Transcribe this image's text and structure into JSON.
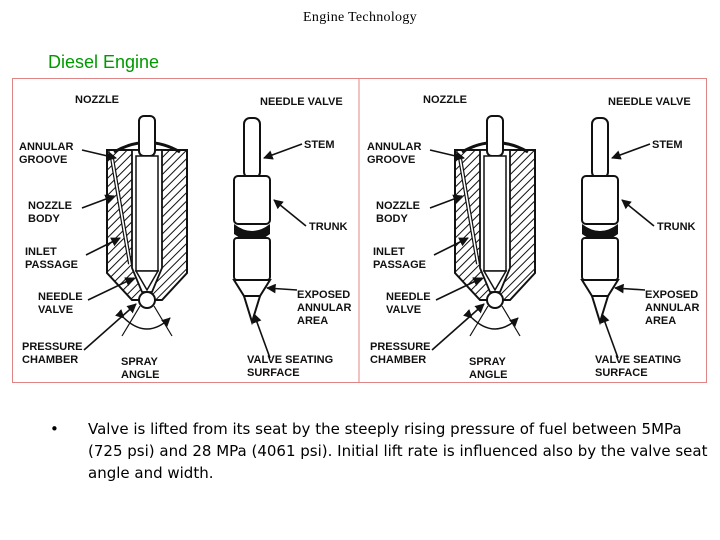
{
  "header": {
    "title": "Engine Technology"
  },
  "slide": {
    "title": "Diesel Engine"
  },
  "diagram": {
    "panels": [
      {
        "labels": {
          "nozzle": "NOZZLE",
          "needle_valve_top": "NEEDLE VALVE",
          "annular_groove": [
            "ANNULAR",
            "GROOVE"
          ],
          "stem": "STEM",
          "nozzle_body": [
            "NOZZLE",
            "BODY"
          ],
          "trunk": "TRUNK",
          "inlet_passage": [
            "INLET",
            "PASSAGE"
          ],
          "needle_valve": [
            "NEEDLE",
            "VALVE"
          ],
          "exposed_annular_area": [
            "EXPOSED",
            "ANNULAR",
            "AREA"
          ],
          "pressure_chamber": [
            "PRESSURE",
            "CHAMBER"
          ],
          "spray_angle": [
            "SPRAY",
            "ANGLE"
          ],
          "valve_seating_surface": [
            "VALVE SEATING",
            "SURFACE"
          ]
        }
      },
      {
        "labels": {
          "nozzle": "NOZZLE",
          "needle_valve_top": "NEEDLE VALVE",
          "annular_groove": [
            "ANNULAR",
            "GROOVE"
          ],
          "stem": "STEM",
          "nozzle_body": [
            "NOZZLE",
            "BODY"
          ],
          "trunk": "TRUNK",
          "inlet_passage": [
            "INLET",
            "PASSAGE"
          ],
          "needle_valve": [
            "NEEDLE",
            "VALVE"
          ],
          "exposed_annular_area": [
            "EXPOSED",
            "ANNULAR",
            "AREA"
          ],
          "pressure_chamber": [
            "PRESSURE",
            "CHAMBER"
          ],
          "spray_angle": [
            "SPRAY",
            "ANGLE"
          ],
          "valve_seating_surface": [
            "VALVE SEATING",
            "SURFACE"
          ]
        }
      }
    ]
  },
  "bullets": [
    {
      "marker": "•",
      "text": "Valve is lifted from its seat by the steeply rising pressure of fuel between 5MPa (725 psi) and 28 MPa (4061 psi). Initial lift rate is influenced also by the valve seat angle and width."
    }
  ]
}
